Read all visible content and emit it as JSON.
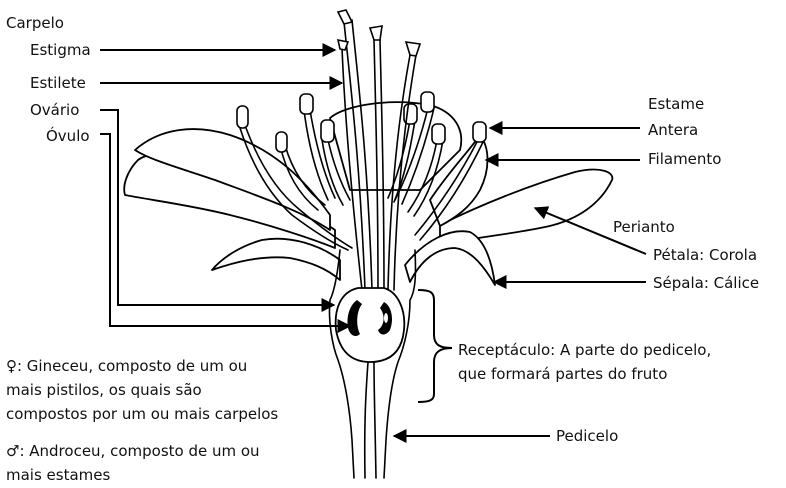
{
  "labels": {
    "carpelo": "Carpelo",
    "estigma": "Estigma",
    "estilete": "Estilete",
    "ovario": "Ovário",
    "ovulo": "Óvulo",
    "estame": "Estame",
    "antera": "Antera",
    "filamento": "Filamento",
    "perianto": "Perianto",
    "petala": "Pétala: Corola",
    "sepala": "Sépala: Cálice",
    "receptaculo_line1": "Receptáculo: A parte do pedicelo,",
    "receptaculo_line2": "que formará partes do fruto",
    "pedicelo": "Pedicelo"
  },
  "notes": {
    "gineceu_line1": "♀: Gineceu, composto de um ou",
    "gineceu_line2": "mais pistilos, os quais são",
    "gineceu_line3": "compostos por um ou mais carpelos",
    "androceu_line1": "♂: Androceu, composto de um ou",
    "androceu_line2": "mais estames"
  }
}
